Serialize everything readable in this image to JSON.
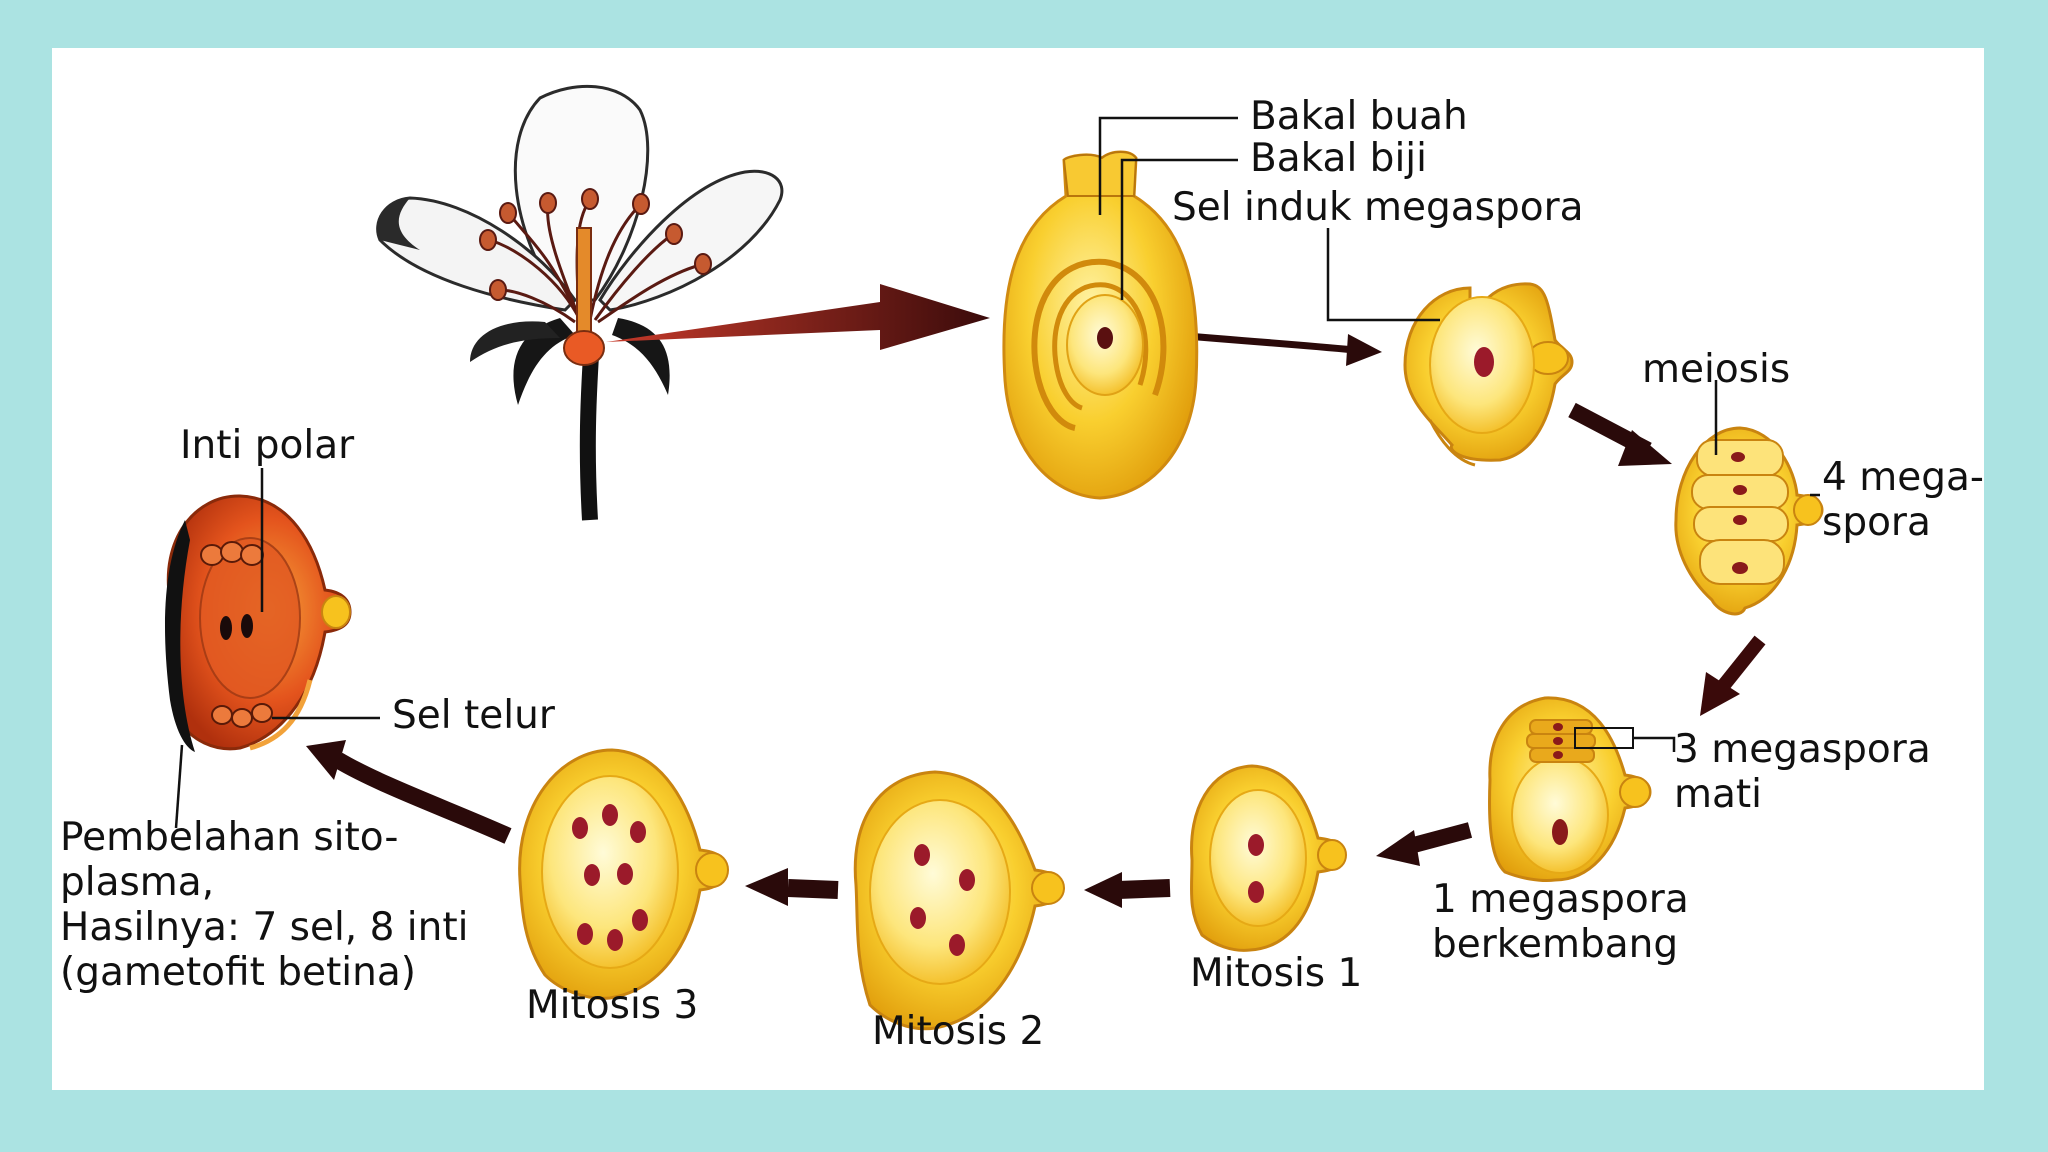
{
  "diagram": {
    "labels": {
      "bakal_buah": "Bakal buah",
      "bakal_biji": "Bakal biji",
      "sel_induk": "Sel induk megaspora",
      "meiosis": "meiosis",
      "empat_mega_1": "4 mega-",
      "empat_mega_2": "spora",
      "tiga_mega_1": "3 megaspora",
      "tiga_mega_2": "mati",
      "satu_mega_1": "1 megaspora",
      "satu_mega_2": "berkembang",
      "mitosis1": "Mitosis 1",
      "mitosis2": "Mitosis 2",
      "mitosis3": "Mitosis 3",
      "inti_polar": "Inti polar",
      "sel_telur": "Sel telur",
      "hasil_1": "Pembelahan sito-",
      "hasil_2": "plasma,",
      "hasil_3": "Hasilnya: 7 sel, 8 inti",
      "hasil_4": "(gametofit betina)"
    },
    "colors": {
      "background": "#abe3e2",
      "panel": "#ffffff",
      "ovule_fill": "#f7c21e",
      "ovule_light": "#fde37a",
      "ovule_edge": "#d9900a",
      "nucleus": "#9b1a2a",
      "gametophyte": "#e2501e",
      "arrow": "#2a0a0a"
    }
  }
}
